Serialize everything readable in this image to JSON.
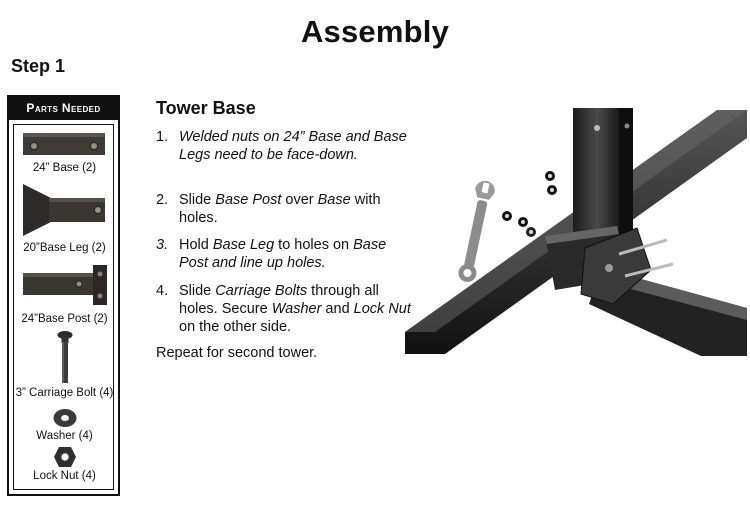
{
  "page": {
    "title": "Assembly",
    "step_label": "Step 1"
  },
  "parts": {
    "header": "Parts Needed",
    "items": [
      {
        "label": "24” Base (2)"
      },
      {
        "label": "20”Base Leg  (2)"
      },
      {
        "label": "24”Base Post (2)"
      },
      {
        "label": "3” Carriage Bolt (4)"
      },
      {
        "label": "Washer (4)"
      },
      {
        "label": "Lock Nut (4)"
      }
    ]
  },
  "instructions": {
    "title": "Tower Base",
    "steps": [
      {
        "num": "1.",
        "parts": [
          {
            "t": "Welded nuts on 24” Base and Base Legs need to be face-down.",
            "i": true
          }
        ]
      },
      {
        "num": "2.",
        "parts": [
          {
            "t": "Slide ",
            "i": false
          },
          {
            "t": "Base Post",
            "i": true
          },
          {
            "t": " over ",
            "i": false
          },
          {
            "t": "Base",
            "i": true
          },
          {
            "t": " with holes.",
            "i": false
          }
        ]
      },
      {
        "num": "3.",
        "num_italic": true,
        "parts": [
          {
            "t": "Hold ",
            "i": false
          },
          {
            "t": "Base Leg",
            "i": true
          },
          {
            "t": " to holes on ",
            "i": false
          },
          {
            "t": "Base Post and line up holes.",
            "i": true
          }
        ]
      },
      {
        "num": "4.",
        "parts": [
          {
            "t": "Slide ",
            "i": false
          },
          {
            "t": "Carriage Bolts",
            "i": true
          },
          {
            "t": " through all holes. Secure ",
            "i": false
          },
          {
            "t": "Washer",
            "i": true
          },
          {
            "t": " and ",
            "i": false
          },
          {
            "t": "Lock Nut",
            "i": true
          },
          {
            "t": " on the other side.",
            "i": false
          }
        ]
      }
    ],
    "repeat_note": "Repeat for second tower."
  },
  "photo": {
    "icon": "tower-base-assembly-photo"
  }
}
